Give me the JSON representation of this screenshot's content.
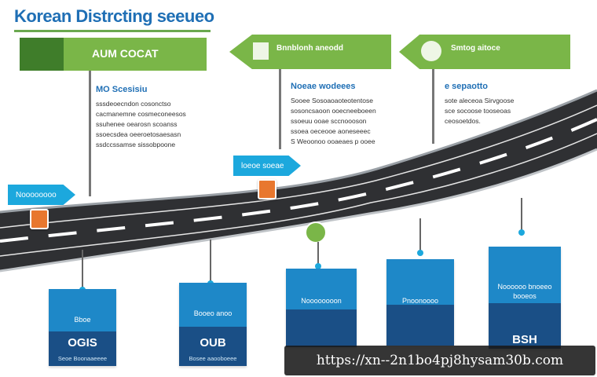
{
  "title": "Korean Distrcting seeueo",
  "signs": {
    "s1": "AUM COCAT",
    "s2": "Bnnblonh aneodd",
    "s3": "Smtog aitoce"
  },
  "blocks": [
    {
      "heading": "MO Scesisiu",
      "lines": [
        "sssdeoecndon cosonctso",
        "cacmanemne cosmeconeesos",
        "ssuhenee oearosn scoanss",
        "ssoecsdea oeeroetosaesasn",
        "ssdccssamse sissobpoone"
      ]
    },
    {
      "heading": "Noeae wodeees",
      "lines": [
        "Sooee Sosoaoaoteotentose",
        "sosoncsaoon ooecneeboeen",
        "ssoeuu ooae sccnoooson",
        "ssoea oeceooe aoneseeec",
        "S Weoonoo ooaeaes p ooee"
      ]
    },
    {
      "heading": "e sepaotto",
      "lines": [
        "sote aleceoa Sirvgoose",
        "sce socoose tooseoas",
        "ceosoetdos."
      ]
    }
  ],
  "arrows": [
    "Noooooooo",
    "loeoe soeae"
  ],
  "boxes": [
    {
      "label": "Bboe",
      "big": "OGIS",
      "foot": "Seoe Boonaaeeee"
    },
    {
      "label": "Booeo anoo",
      "big": "OUB",
      "foot": "Bosee aaooboeee"
    },
    {
      "label": "Noooooooon",
      "big": "",
      "foot": ""
    },
    {
      "label": "Pnoonoooo",
      "big": "",
      "foot": ""
    },
    {
      "label": "Noooooo bnoeeo",
      "sub": "booeos",
      "big": "BSH",
      "foot": ""
    }
  ],
  "url": "https://xn--2n1bo4pj8hysam30b.com"
}
